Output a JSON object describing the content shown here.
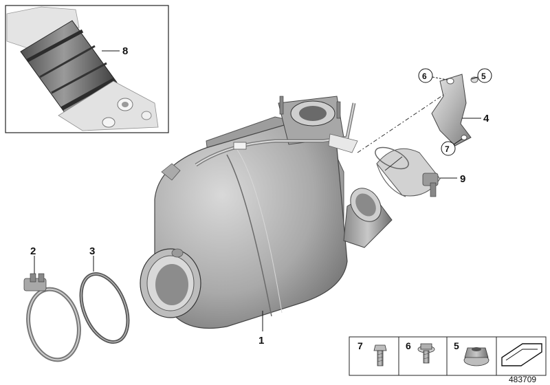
{
  "diagram": {
    "callouts": {
      "p1": "1",
      "p2": "2",
      "p3": "3",
      "p4": "4",
      "p5": "5",
      "p6": "6",
      "p7": "7",
      "p8": "8",
      "p9": "9"
    },
    "fastener_panel": {
      "items": [
        "7",
        "6",
        "5"
      ]
    },
    "reference_number": "483709",
    "icons": [
      "bolt-icon",
      "flange-bolt-icon",
      "flange-nut-icon",
      "catalog-page-icon"
    ]
  }
}
